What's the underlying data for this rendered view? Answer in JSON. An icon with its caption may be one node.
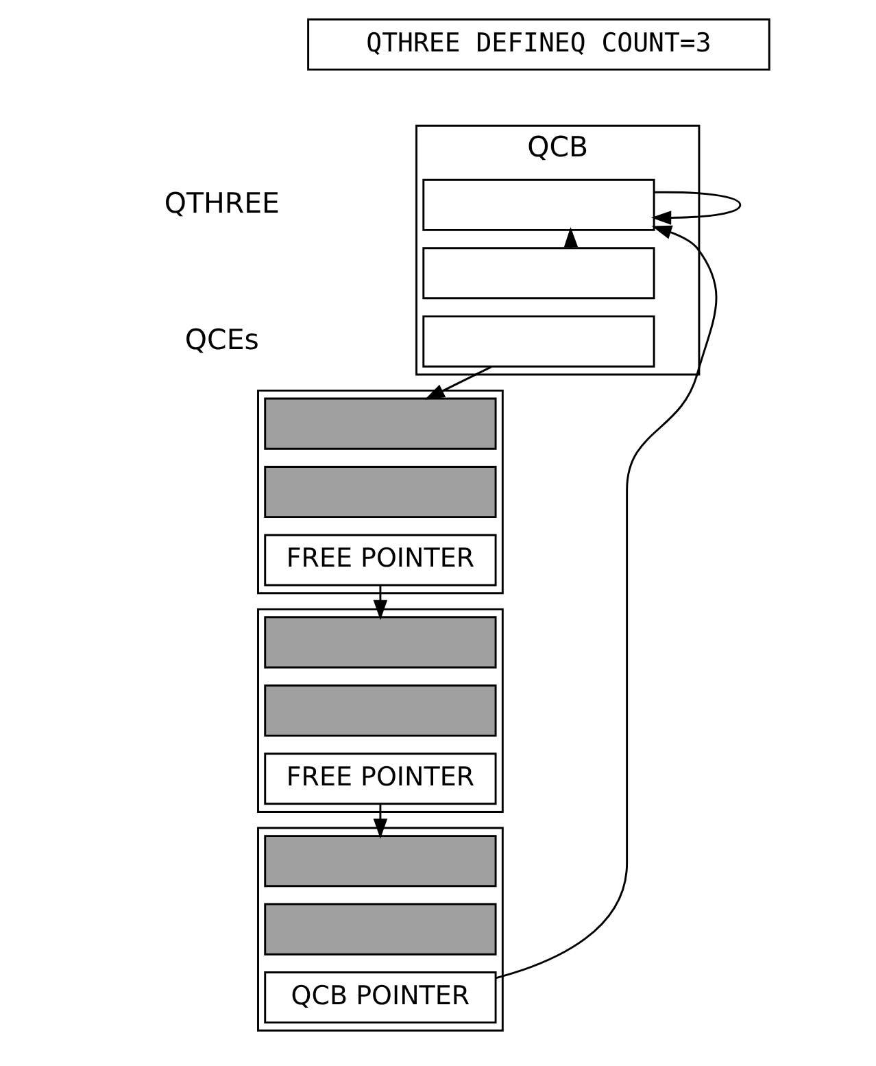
{
  "diagram": {
    "nodes": [
      {
        "text": [
          "QTHREE DEFINEQ COUNT=3"
        ]
      },
      {
        "text": [
          "QCB"
        ]
      },
      {
        "text": [],
        "shape": "box",
        "in": 1
      },
      {
        "text": [],
        "shape": "box",
        "in": 1
      },
      {
        "text": [],
        "shape": "box",
        "in": 1
      },
      {
        "text": [],
        "shape": "box"
      },
      {
        "text": [],
        "shape": "box",
        "in": 5
      },
      {
        "text": [],
        "shape": "box",
        "in": 5
      },
      {
        "text": [
          "FREE POINTER"
        ],
        "in": 5
      },
      {
        "text": [],
        "shape": "box"
      },
      {
        "text": [],
        "shape": "box",
        "in": 9
      },
      {
        "text": [],
        "shape": "box",
        "in": 9
      },
      {
        "text": [
          "FREE POINTER"
        ],
        "in": 9
      },
      {
        "text": [],
        "shape": "box"
      },
      {
        "text": [],
        "shape": "box",
        "in": 13
      },
      {
        "text": [],
        "shape": "box",
        "in": 13
      },
      {
        "text": [
          "QCB POINTER"
        ],
        "in": 13
      }
    ],
    "edges": [
      {
        "from": 2,
        "to": 2,
        "arrow": "to"
      },
      {
        "from": 3,
        "to": 2,
        "arrow": "to"
      },
      {
        "from": 16,
        "to": 2,
        "arrow": "to"
      },
      {
        "from": 4,
        "to": 6,
        "arrow": "to"
      },
      {
        "from": 8,
        "to": 10,
        "arrow": "to"
      },
      {
        "from": 12,
        "to": 14,
        "arrow": "to"
      }
    ],
    "labels": [
      "QTHREE",
      "QCEs"
    ]
  }
}
